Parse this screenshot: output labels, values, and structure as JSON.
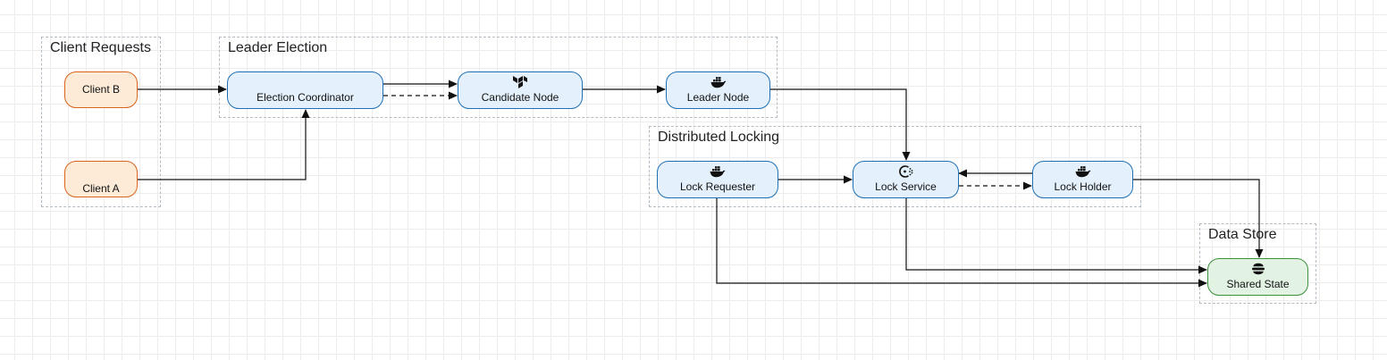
{
  "groups": {
    "client_requests": "Client Requests",
    "leader_election": "Leader Election",
    "distributed_locking": "Distributed Locking",
    "data_store": "Data Store"
  },
  "nodes": {
    "client_b": {
      "label": "Client B"
    },
    "client_a": {
      "label": "Client A"
    },
    "election_coordinator": {
      "label": "Election Coordinator"
    },
    "candidate_node": {
      "label": "Candidate Node",
      "icon": "terraform-icon"
    },
    "leader_node": {
      "label": "Leader Node",
      "icon": "docker-icon"
    },
    "lock_requester": {
      "label": "Lock Requester",
      "icon": "docker-icon"
    },
    "lock_service": {
      "label": "Lock Service",
      "icon": "consul-icon"
    },
    "lock_holder": {
      "label": "Lock Holder",
      "icon": "docker-icon"
    },
    "shared_state": {
      "label": "Shared State",
      "icon": "elastic-icon"
    }
  },
  "edges": [
    {
      "from": "client_b",
      "to": "election_coordinator",
      "style": "solid"
    },
    {
      "from": "client_a",
      "to": "election_coordinator",
      "style": "solid"
    },
    {
      "from": "election_coordinator",
      "to": "candidate_node",
      "style": "solid"
    },
    {
      "from": "election_coordinator",
      "to": "candidate_node",
      "style": "dashed"
    },
    {
      "from": "candidate_node",
      "to": "leader_node",
      "style": "solid"
    },
    {
      "from": "leader_node",
      "to": "lock_service",
      "style": "solid"
    },
    {
      "from": "lock_requester",
      "to": "lock_service",
      "style": "solid"
    },
    {
      "from": "lock_holder",
      "to": "lock_service",
      "style": "solid"
    },
    {
      "from": "lock_service",
      "to": "lock_holder",
      "style": "dashed"
    },
    {
      "from": "lock_holder",
      "to": "shared_state",
      "style": "solid"
    },
    {
      "from": "lock_service",
      "to": "shared_state",
      "style": "solid"
    },
    {
      "from": "lock_requester",
      "to": "shared_state",
      "style": "solid"
    }
  ],
  "colors": {
    "service_fill": "#e4f1fc",
    "service_border": "#1f6fb4",
    "client_fill": "#fdebd8",
    "client_border": "#d9641c",
    "store_fill": "#e3f3e3",
    "store_border": "#3e8f3e",
    "group_border": "#b3bcc5"
  }
}
